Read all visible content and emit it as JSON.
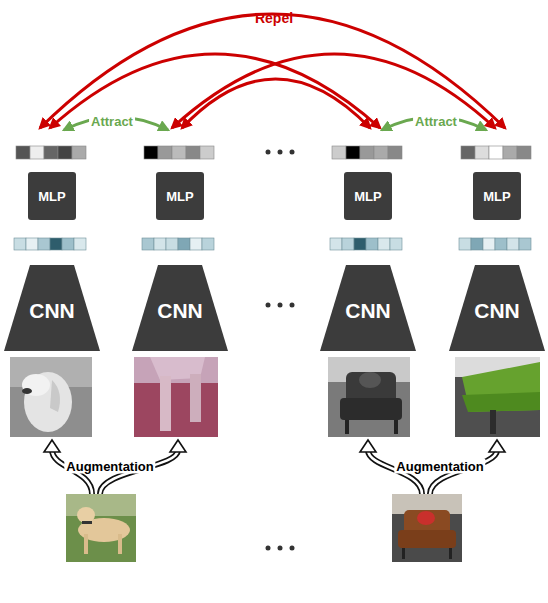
{
  "diagram": {
    "nodes": [
      {
        "text": [
          "MLP"
        ]
      },
      {
        "text": [
          "MLP"
        ]
      },
      {
        "text": [
          "MLP"
        ]
      },
      {
        "text": [
          "MLP"
        ]
      },
      {
        "text": [
          "CNN"
        ]
      },
      {
        "text": [
          "CNN"
        ]
      },
      {
        "text": [
          "CNN"
        ]
      },
      {
        "text": [
          "CNN"
        ]
      }
    ],
    "labels": [
      "Repel",
      "Attract",
      "Attract",
      "Augmentation",
      "Augmentation"
    ]
  }
}
